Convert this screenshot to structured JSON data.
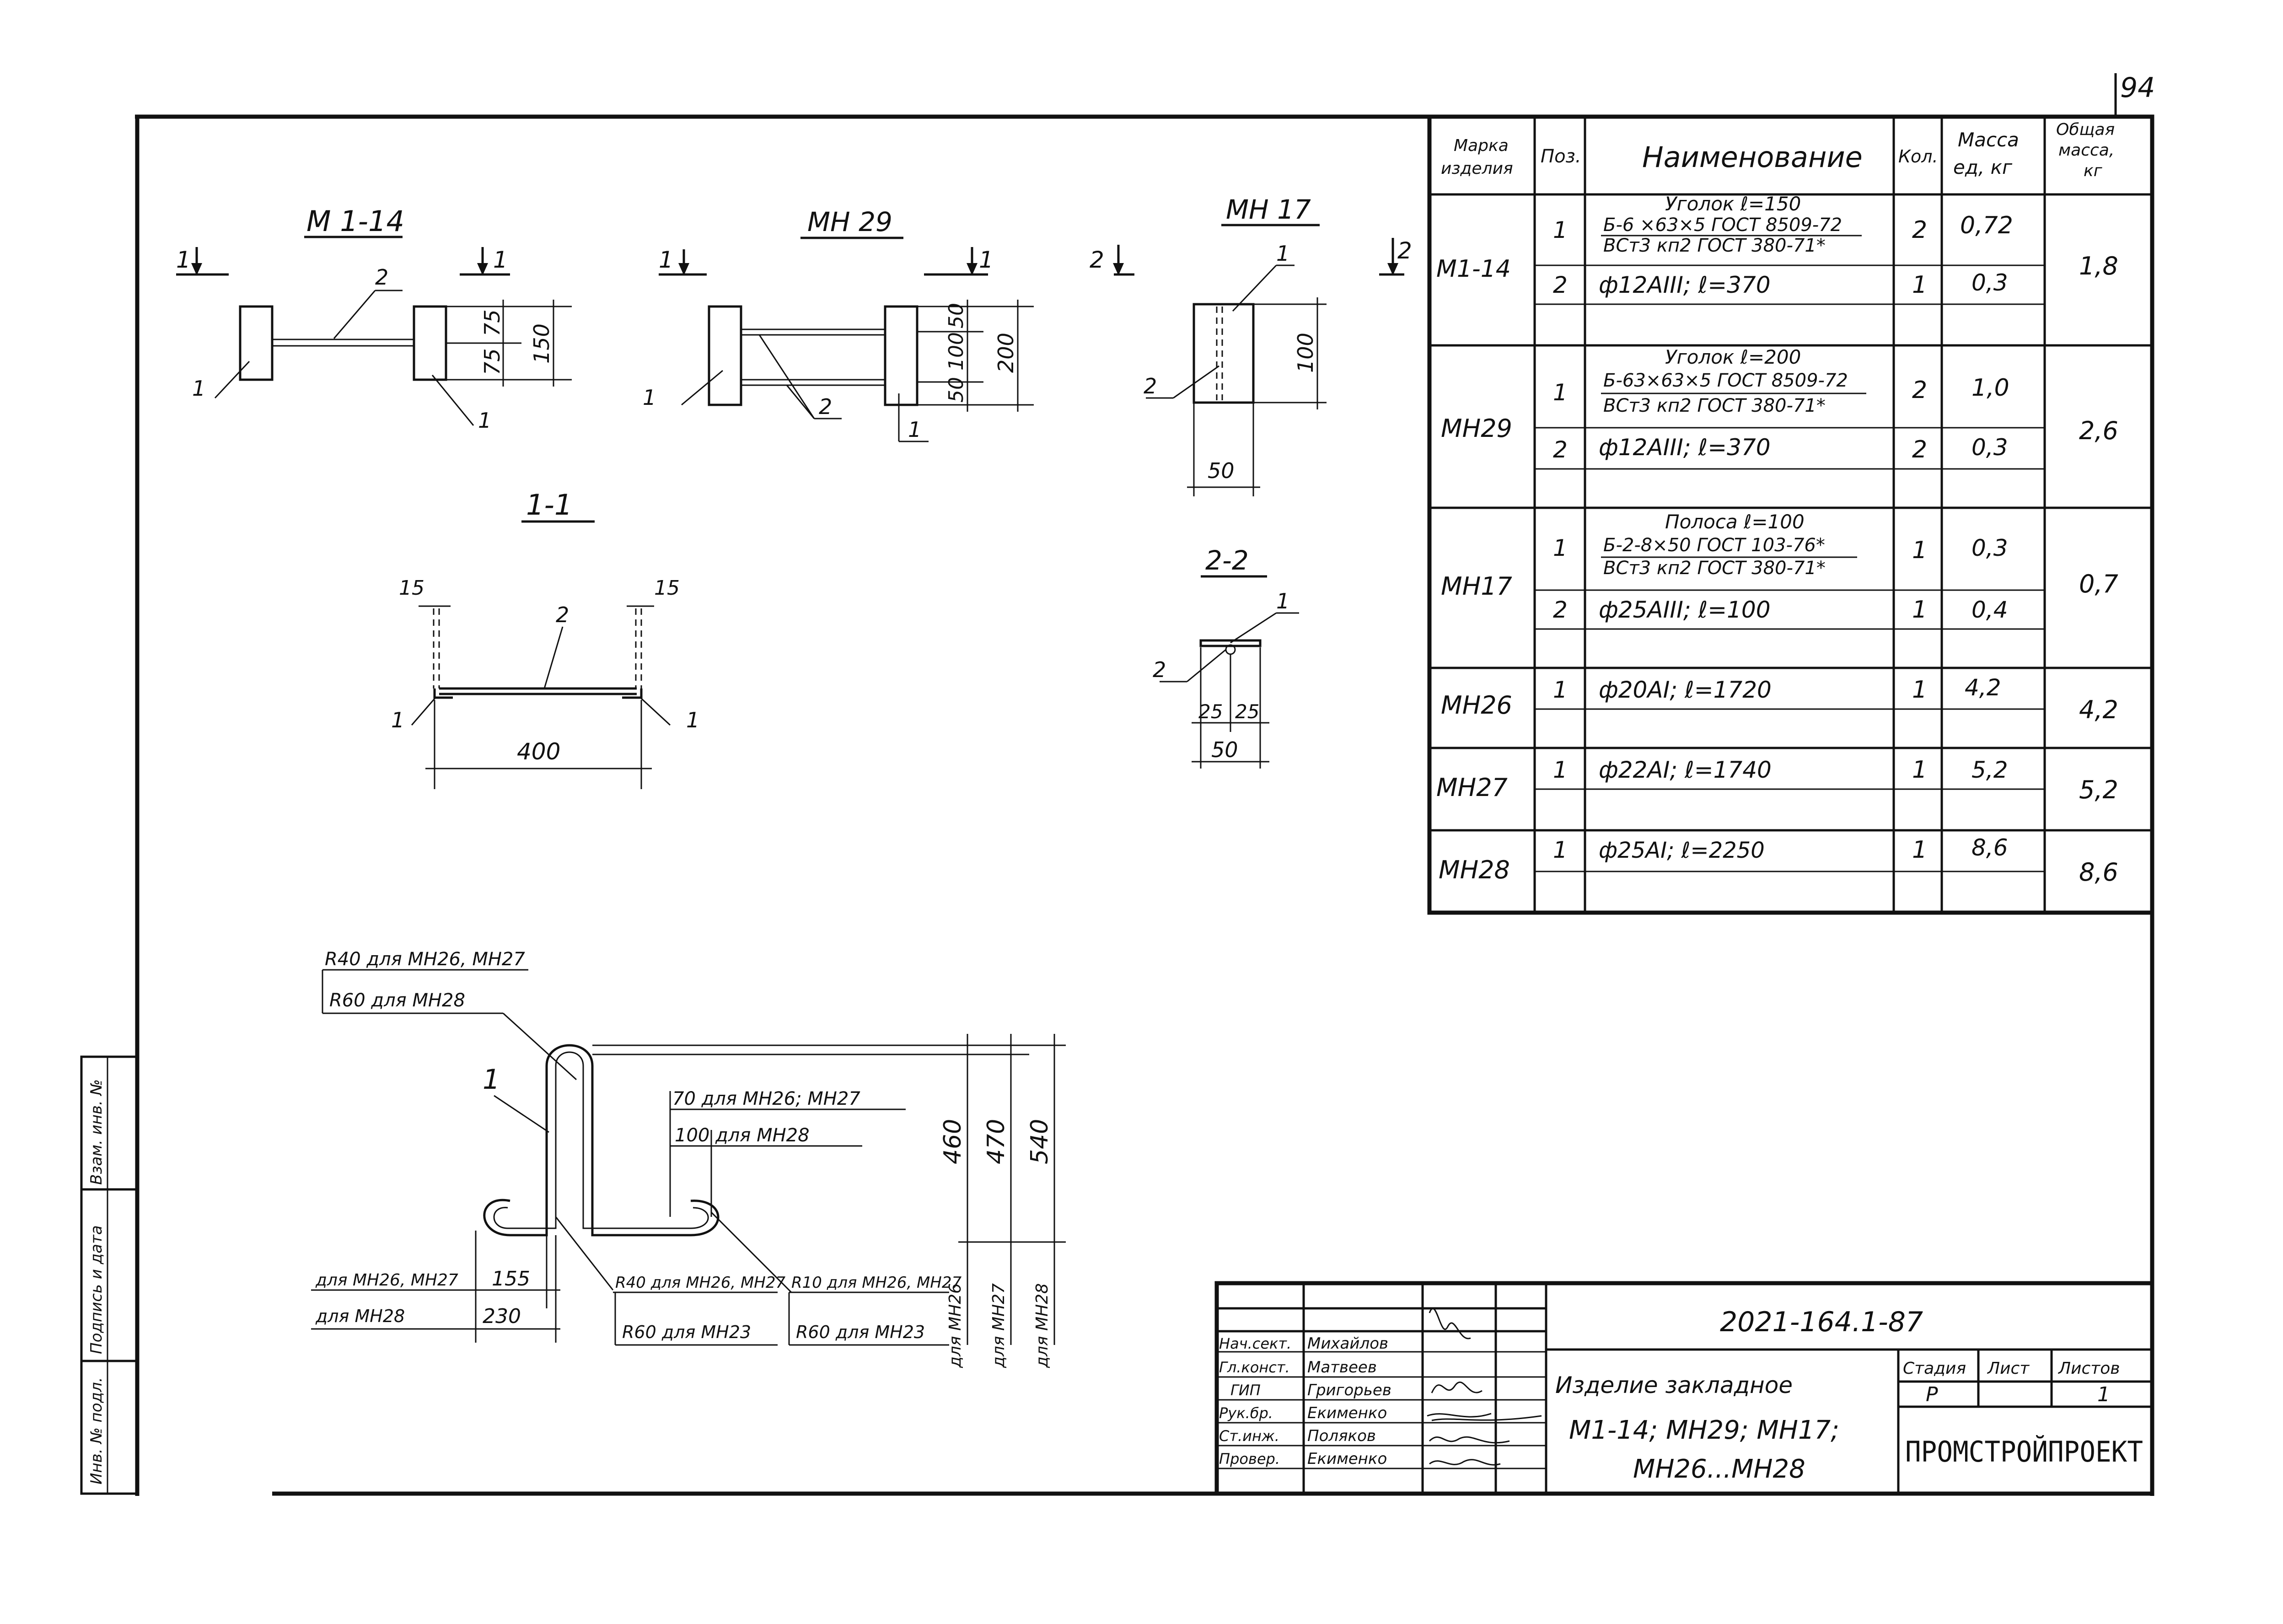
{
  "page_number": "94",
  "views": {
    "m114": {
      "title": "М 1-14",
      "cut": "1",
      "pos1": "1",
      "pos2": "2",
      "dim75a": "75",
      "dim75b": "75",
      "dim150": "150"
    },
    "mn29": {
      "title": "МН 29",
      "cut": "1",
      "pos1a": "1",
      "pos1b": "1",
      "pos2": "2",
      "dim50a": "50",
      "dim100": "100",
      "dim50b": "50",
      "dim200": "200"
    },
    "mn17": {
      "title": "МН 17",
      "cut": "2",
      "pos1": "1",
      "pos2": "2",
      "dim100": "100",
      "dim50": "50"
    },
    "section11": {
      "title": "1-1",
      "dim15a": "15",
      "dim15b": "15",
      "pos2": "2",
      "pos1a": "1",
      "pos1b": "1",
      "dim400": "400"
    },
    "section22": {
      "title": "2-2",
      "pos1": "1",
      "pos2": "2",
      "dim25a": "25",
      "dim25b": "25",
      "dim50": "50"
    },
    "bent_bar": {
      "pos1": "1",
      "radius_note_a": "R40 для МН26, МН27",
      "radius_note_b": "R60 для МН28",
      "offset_a": "70 для МН26; МН27",
      "offset_b": "100 для МН28",
      "h460": "460",
      "h470": "470",
      "h540": "540",
      "label_h1": "для МН26",
      "label_h2": "для МН27",
      "label_h3": "для МН28",
      "base_note_a": "для МН26, МН27",
      "base_val_a": "155",
      "base_note_b": "для МН28",
      "base_val_b": "230",
      "radius_mid_a": "R40 для МН26, МН27",
      "radius_mid_b": "R60 для МН23",
      "radius_right_a": "R10 для МН26, МН27",
      "radius_right_b": "R60 для МН23"
    }
  },
  "spec_table": {
    "headers": {
      "mark": [
        "Марка",
        "изделия"
      ],
      "pos": "Поз.",
      "name": "Наименование",
      "qty": "Кол.",
      "unit_mass": [
        "Масса",
        "ед, кг"
      ],
      "total_mass": [
        "Общая",
        "масса,",
        "кг"
      ]
    },
    "groups": [
      {
        "mark": "М1-14",
        "total": "1,8",
        "rows": [
          {
            "pos": "1",
            "name": [
              "Уголок ℓ=150",
              "Б-6 ×63×5 ГОСТ 8509-72",
              "ВСт3 кп2 ГОСТ 380-71*"
            ],
            "qty": "2",
            "mass": "0,72"
          },
          {
            "pos": "2",
            "name": [
              "ф12АIII; ℓ=370"
            ],
            "qty": "1",
            "mass": "0,3"
          }
        ]
      },
      {
        "mark": "МН29",
        "total": "2,6",
        "rows": [
          {
            "pos": "1",
            "name": [
              "Уголок ℓ=200",
              "Б-63×63×5 ГОСТ 8509-72",
              "ВСт3 кп2 ГОСТ 380-71*"
            ],
            "qty": "2",
            "mass": "1,0"
          },
          {
            "pos": "2",
            "name": [
              "ф12АIII; ℓ=370"
            ],
            "qty": "2",
            "mass": "0,3"
          }
        ]
      },
      {
        "mark": "МН17",
        "total": "0,7",
        "rows": [
          {
            "pos": "1",
            "name": [
              "Полоса ℓ=100",
              "Б-2-8×50 ГОСТ 103-76*",
              "ВСт3 кп2 ГОСТ 380-71*"
            ],
            "qty": "1",
            "mass": "0,3"
          },
          {
            "pos": "2",
            "name": [
              "ф25АIII; ℓ=100"
            ],
            "qty": "1",
            "mass": "0,4"
          }
        ]
      },
      {
        "mark": "МН26",
        "total": "4,2",
        "rows": [
          {
            "pos": "1",
            "name": [
              "ф20АI; ℓ=1720"
            ],
            "qty": "1",
            "mass": "4,2"
          }
        ]
      },
      {
        "mark": "МН27",
        "total": "5,2",
        "rows": [
          {
            "pos": "1",
            "name": [
              "ф22АI; ℓ=1740"
            ],
            "qty": "1",
            "mass": "5,2"
          }
        ]
      },
      {
        "mark": "МН28",
        "total": "8,6",
        "rows": [
          {
            "pos": "1",
            "name": [
              "ф25АI; ℓ=2250"
            ],
            "qty": "1",
            "mass": "8,6"
          }
        ]
      }
    ]
  },
  "side_stamp": {
    "inv_orig": "Инв. № подл.",
    "sign_date": "Подпись и дата",
    "inv_replace": "Взам. инв. №"
  },
  "title_block": {
    "doc_code": "2021-164.1-87",
    "roles": [
      {
        "role": "Нач.сект.",
        "name": "Михайлов"
      },
      {
        "role": "Гл.конст.",
        "name": "Матвеев"
      },
      {
        "role": "ГИП",
        "name": "Григорьев"
      },
      {
        "role": "Рук.бр.",
        "name": "Екименко"
      },
      {
        "role": "Ст.инж.",
        "name": "Поляков"
      },
      {
        "role": "Провер.",
        "name": "Екименко"
      }
    ],
    "product_title": [
      "Изделие закладное",
      "М1-14; МН29; МН17;",
      "МН26...МН28"
    ],
    "stage_label": "Стадия",
    "sheet_label": "Лист",
    "sheets_label": "Листов",
    "stage_value": "Р",
    "sheet_value": "",
    "sheets_value": "1",
    "org": "ПРОМСТРОЙПРОЕКТ"
  }
}
